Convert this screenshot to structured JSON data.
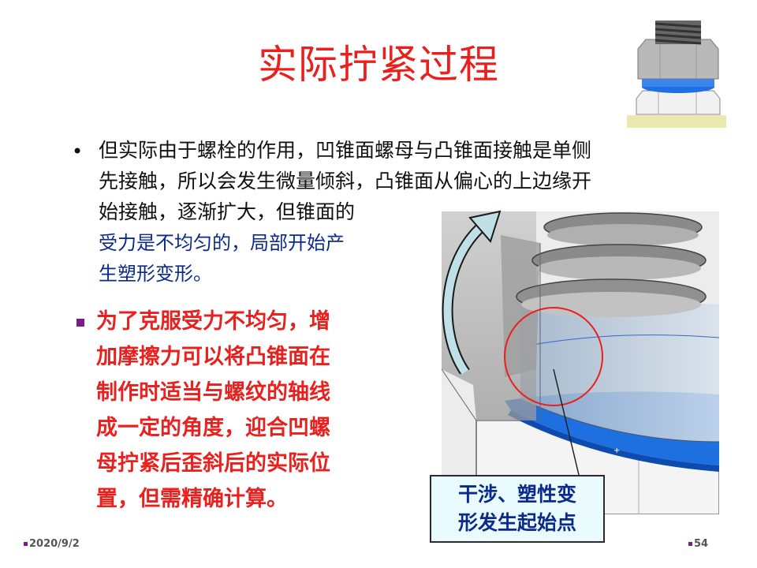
{
  "slide": {
    "title": "实际拧紧过程",
    "bullet1": {
      "marker": "•",
      "lines": [
        "但实际由于螺栓的作用，凹锥面螺母与凸锥面接触是单侧",
        "先接触，所以会发生微量倾斜，凸锥面从偏心的上边缘开",
        "始接触，逐渐扩大，但锥面的"
      ]
    },
    "bullet1_cont": {
      "lines": [
        "受力是不均匀的，局部开始产",
        "生塑形变形。"
      ]
    },
    "bullet2": {
      "lines": [
        "为了克服受力不均匀，增",
        "加摩擦力可以将凸锥面在",
        "制作时适当与螺纹的轴线",
        "成一定的角度，迎合凹螺",
        "母拧紧后歪斜后的实际位",
        "置，但需精确计算。"
      ]
    },
    "callout": {
      "lines": [
        "干涉、塑性变",
        "形发生起始点"
      ]
    },
    "footer": {
      "date": "2020/9/2",
      "page": "54"
    },
    "colors": {
      "title_red": "#e8201e",
      "body_blue": "#0b2a8a",
      "accent_purple": "#7a1a8c",
      "contact_blue": "#1e6fe0",
      "callout_bg": "#e9fbff"
    }
  }
}
